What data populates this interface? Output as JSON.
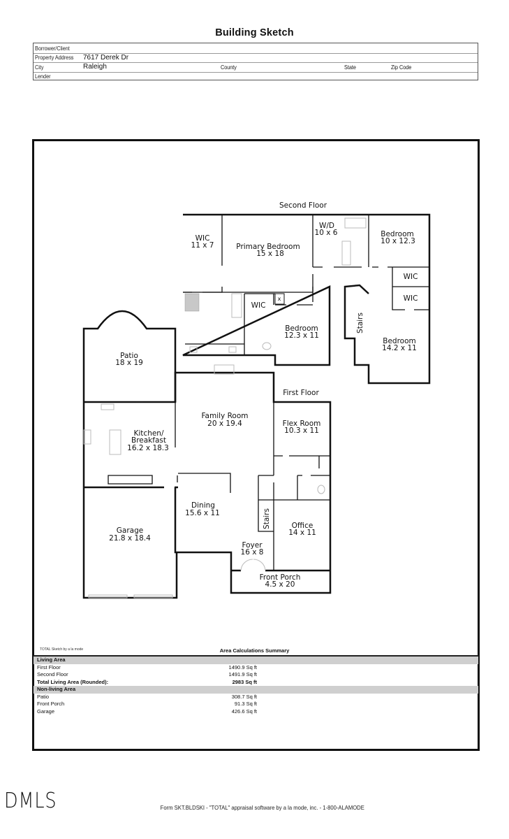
{
  "document": {
    "title": "Building Sketch"
  },
  "header": {
    "borrower_label": "Borrower/Client",
    "borrower_value": "",
    "address_label": "Property Address",
    "address_value": "7617 Derek Dr",
    "city_label": "City",
    "city_value": "Raleigh",
    "county_label": "County",
    "state_label": "State",
    "zip_label": "Zip Code",
    "lender_label": "Lender"
  },
  "floorplan": {
    "second_floor_label": "Second Floor",
    "first_floor_label": "First Floor",
    "rooms": [
      {
        "name": "WIC",
        "dims": "11 x 7"
      },
      {
        "name": "Primary Bedroom",
        "dims": "15 x 18"
      },
      {
        "name": "W/D",
        "dims": "10 x 6"
      },
      {
        "name": "Bedroom",
        "dims": "10 x 12.3"
      },
      {
        "name": "WIC",
        "dims": ""
      },
      {
        "name": "WIC",
        "dims": ""
      },
      {
        "name": "WIC",
        "dims": ""
      },
      {
        "name": "Bedroom",
        "dims": "12.3 x 11"
      },
      {
        "name": "Stairs",
        "dims": ""
      },
      {
        "name": "Bedroom",
        "dims": "14.2 x 11"
      },
      {
        "name": "Patio",
        "dims": "18 x 19"
      },
      {
        "name": "Family Room",
        "dims": "20 x 19.4"
      },
      {
        "name": "Flex Room",
        "dims": "10.3 x 11"
      },
      {
        "name": "Kitchen/",
        "dims": "Breakfast"
      },
      {
        "name": "16.2 x 18.3",
        "dims": ""
      },
      {
        "name": "Dining",
        "dims": "15.6 x 11"
      },
      {
        "name": "Stairs",
        "dims": ""
      },
      {
        "name": "Office",
        "dims": "14 x 11"
      },
      {
        "name": "Garage",
        "dims": "21.8 x 18.4"
      },
      {
        "name": "Foyer",
        "dims": "16 x 8"
      },
      {
        "name": "Front Porch",
        "dims": "4.5 x 20"
      }
    ],
    "closet_marker": "x"
  },
  "summary": {
    "credit": "TOTAL Sketch by a la mode",
    "title": "Area Calculations Summary",
    "living_header": "Living Area",
    "living_rows": [
      {
        "label": "First Floor",
        "value": "1490.9 Sq ft"
      },
      {
        "label": "Second Floor",
        "value": "1491.9 Sq ft"
      }
    ],
    "total_label": "Total Living Area (Rounded):",
    "total_value": "2983 Sq ft",
    "nonliving_header": "Non-living Area",
    "nonliving_rows": [
      {
        "label": "Patio",
        "value": "308.7 Sq ft"
      },
      {
        "label": "Front Porch",
        "value": "91.3 Sq ft"
      },
      {
        "label": "Garage",
        "value": "426.6 Sq ft"
      }
    ]
  },
  "footer": {
    "logo": "DMLS",
    "form_text": "Form SKT.BLDSKI - \"TOTAL\" appraisal software by a la mode, inc. - 1-800-ALAMODE"
  }
}
